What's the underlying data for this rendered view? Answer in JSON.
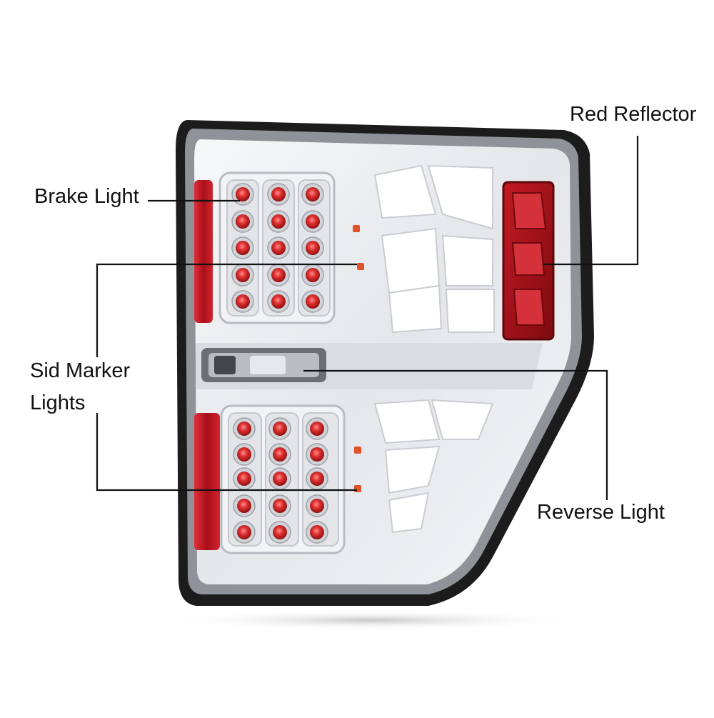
{
  "callouts": {
    "brake": "Brake Light",
    "reflector": "Red Reflector",
    "marker_line1": "Sid Marker",
    "marker_line2": "Lights",
    "reverse": "Reverse Light"
  },
  "colors": {
    "background": "#ffffff",
    "housing_edge": "#1c1c1c",
    "chrome": "#e9ebee",
    "chrome_shadow": "#c9ccd1",
    "led_red": "#d42a2a",
    "reflector_red": "#b5121b",
    "leader_line": "#111111"
  }
}
